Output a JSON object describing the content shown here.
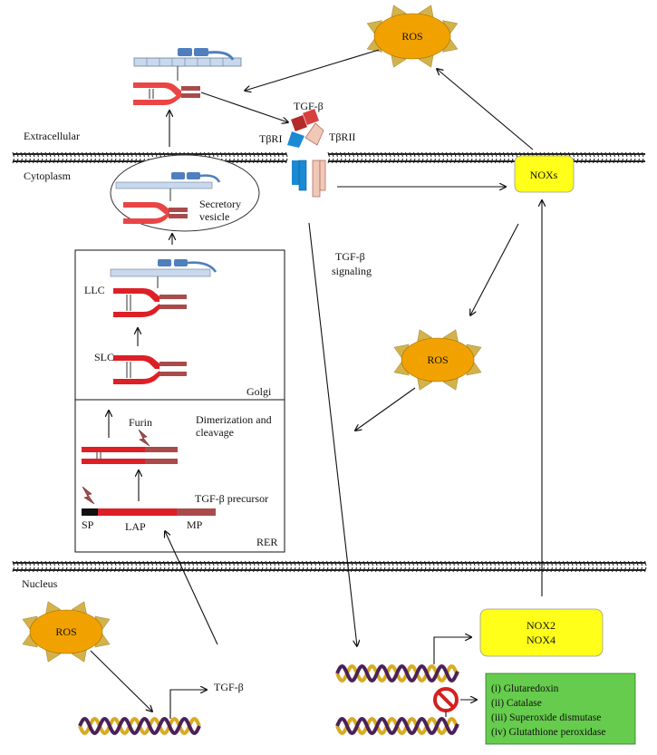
{
  "colors": {
    "ros_fill": "#f2a200",
    "ros_ray": "#d4b24a",
    "nox_fill": "#ffff1a",
    "antioxidant_fill": "#66cc4d",
    "prepro_red": "#dd1f26",
    "pro_dark": "#a94b4b",
    "lap_light": "#f08080",
    "ltbp_light": "#c8d9ee",
    "ltbp_blue": "#4f7fbd",
    "receptor_I": "#1a8ad4",
    "receptor_II": "#f0c8b8",
    "dna_gold": "#d8ab20",
    "dna_purple": "#4a2258",
    "membrane": "#222222"
  },
  "labels": {
    "extracellular": "Extracellular",
    "cytoplasm": "Cytoplasm",
    "nucleus": "Nucleus",
    "tgf_beta_top": "TGF-β",
    "tbri": "TβRI",
    "tbrii": "TβRII",
    "tgf_signaling_1": "TGF-β",
    "tgf_signaling_2": "signaling",
    "secretory_1": "Secretory",
    "secretory_2": "vesicle",
    "llc": "LLC",
    "slc": "SLC",
    "golgi": "Golgi",
    "furin": "Furin",
    "dimerization_1": "Dimerization and",
    "dimerization_2": "cleavage",
    "precursor": "TGF-β precursor",
    "sp": "SP",
    "lap": "LAP",
    "mp": "MP",
    "rer": "RER",
    "tgf_beta_gene": "TGF-β",
    "noxs": "NOXs",
    "nox2": "NOX2",
    "nox4": "NOX4",
    "ros_top": "ROS",
    "ros_mid": "ROS",
    "ros_nucleus": "ROS"
  },
  "antioxidants": [
    "(i) Glutaredoxin",
    "(ii) Catalase",
    "(iii) Superoxide dismutase",
    "(iv) Glutathione peroxidase"
  ]
}
